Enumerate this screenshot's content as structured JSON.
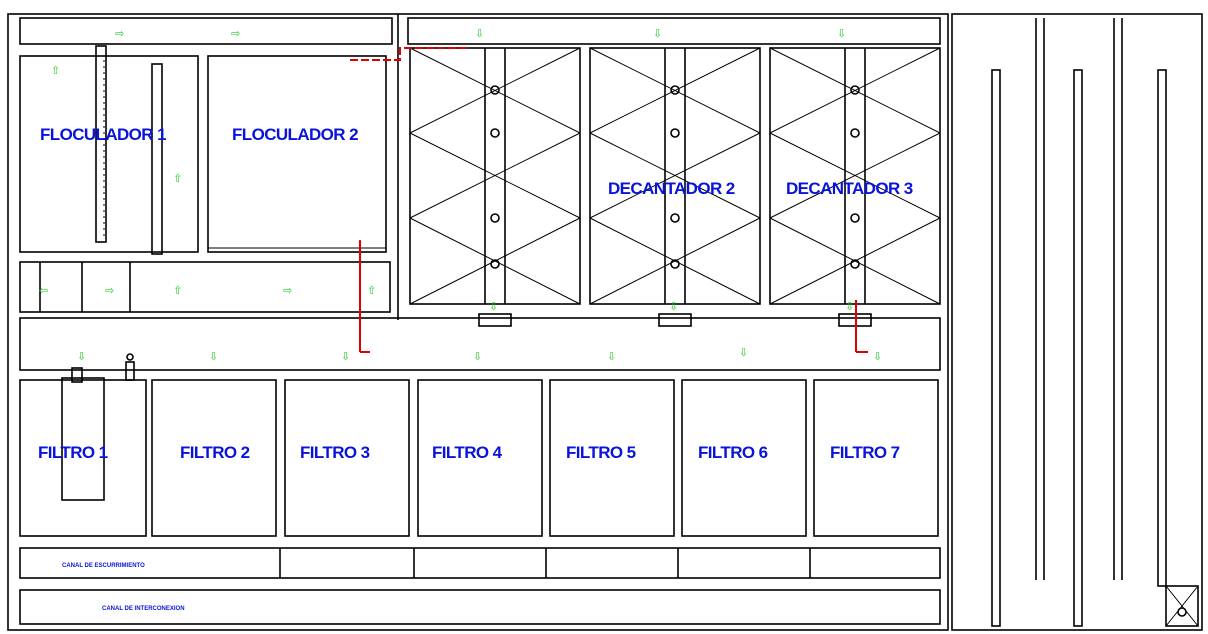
{
  "labels": {
    "floculador_1": "FLOCULADOR 1",
    "floculador_2": "FLOCULADOR 2",
    "decantador_2": "DECANTADOR 2",
    "decantador_3": "DECANTADOR 3",
    "filtro_1": "FILTRO 1",
    "filtro_2": "FILTRO 2",
    "filtro_3": "FILTRO 3",
    "filtro_4": "FILTRO 4",
    "filtro_5": "FILTRO 5",
    "filtro_6": "FILTRO 6",
    "filtro_7": "FILTRO 7",
    "canal_1": "CANAL DE ESCURRIMIENTO",
    "canal_2": "CANAL DE INTERCONEXION"
  },
  "colors": {
    "lines": "#000000",
    "labels": "#0a14d8",
    "flow_arrows": "#22cc22",
    "pipes": "#e00000"
  },
  "icons": {
    "flow_arrow": "green-flow-arrow-icon"
  }
}
